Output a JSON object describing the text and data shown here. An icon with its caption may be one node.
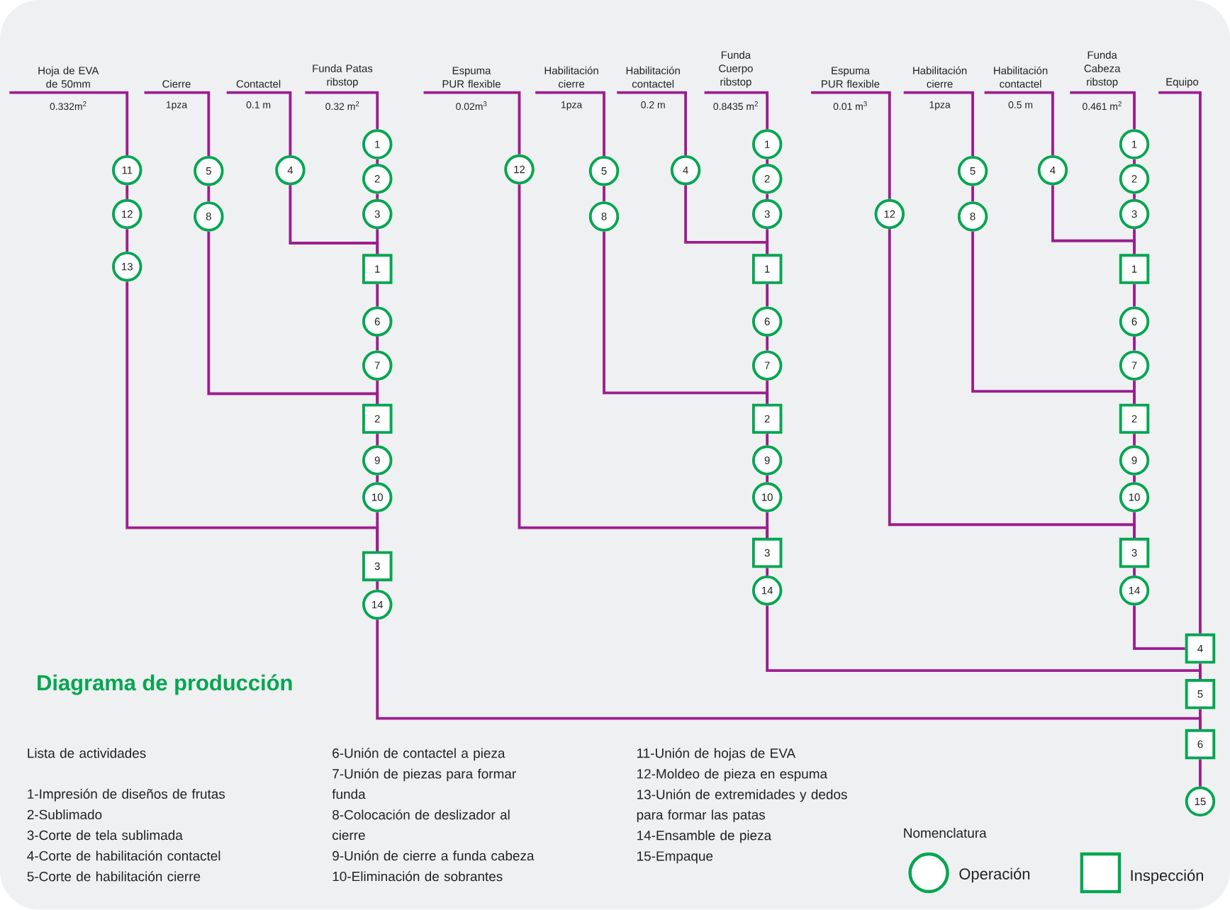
{
  "diagram": {
    "title": "Diagrama de producción",
    "nodes": [
      {
        "text": [
          "Hoja de EVA de 50mm"
        ],
        "beside": [
          "0.332m$^{2}$"
        ]
      },
      {
        "text": [
          "Cierre"
        ],
        "beside": [
          "1pza"
        ]
      },
      {
        "text": [
          "Contactel"
        ],
        "beside": [
          "0.1 m"
        ]
      },
      {
        "text": [
          "Funda Patas ribstop"
        ],
        "beside": [
          "0.32 m$^{2}$"
        ]
      },
      {
        "text": [
          "11"
        ]
      },
      {
        "text": [
          "12"
        ]
      },
      {
        "text": [
          "13"
        ]
      },
      {
        "text": [
          "5"
        ]
      },
      {
        "text": [
          "8"
        ]
      },
      {
        "text": [
          "4"
        ]
      },
      {
        "text": [
          "1"
        ]
      },
      {
        "text": [
          "2"
        ]
      },
      {
        "text": [
          "3"
        ]
      },
      {
        "text": [
          "1"
        ]
      },
      {
        "text": [
          "6"
        ]
      },
      {
        "text": [
          "7"
        ]
      },
      {
        "text": [
          "2"
        ]
      },
      {
        "text": [
          "9"
        ]
      },
      {
        "text": [
          "10"
        ]
      },
      {
        "text": [
          "3"
        ]
      },
      {
        "text": [
          "14"
        ]
      },
      {
        "text": [
          "Espuma PUR flexible"
        ],
        "beside": [
          "0.02m$^{3}$"
        ]
      },
      {
        "text": [
          "Habilitación cierre"
        ],
        "beside": [
          "1pza"
        ]
      },
      {
        "text": [
          "Habilitación contactel"
        ],
        "beside": [
          "0.2 m"
        ]
      },
      {
        "text": [
          "Funda Cuerpo ribstop"
        ],
        "beside": [
          "0.8435 m$^{2}$"
        ]
      },
      {
        "text": [
          "12"
        ]
      },
      {
        "text": [
          "5"
        ]
      },
      {
        "text": [
          "8"
        ]
      },
      {
        "text": [
          "4"
        ]
      },
      {
        "text": [
          "1"
        ]
      },
      {
        "text": [
          "2"
        ]
      },
      {
        "text": [
          "3"
        ]
      },
      {
        "text": [
          "1"
        ]
      },
      {
        "text": [
          "6"
        ]
      },
      {
        "text": [
          "7"
        ]
      },
      {
        "text": [
          "2"
        ]
      },
      {
        "text": [
          "9"
        ]
      },
      {
        "text": [
          "10"
        ]
      },
      {
        "text": [
          "3"
        ]
      },
      {
        "text": [
          "14"
        ]
      },
      {
        "text": [
          "Espuma PUR flexible"
        ],
        "beside": [
          "0.01 m$^{3}$"
        ]
      },
      {
        "text": [
          "Habilitación cierre"
        ],
        "beside": [
          "1pza"
        ]
      },
      {
        "text": [
          "Habilitación contactel"
        ],
        "beside": [
          "0.5 m"
        ]
      },
      {
        "text": [
          "Funda Cabeza ribstop"
        ],
        "beside": [
          "0.461 m$^{2}$"
        ]
      },
      {
        "text": [
          "Equipo"
        ]
      },
      {
        "text": [
          "12"
        ]
      },
      {
        "text": [
          "5"
        ]
      },
      {
        "text": [
          "8"
        ]
      },
      {
        "text": [
          "4"
        ]
      },
      {
        "text": [
          "1"
        ]
      },
      {
        "text": [
          "2"
        ]
      },
      {
        "text": [
          "3"
        ]
      },
      {
        "text": [
          "1"
        ]
      },
      {
        "text": [
          "6"
        ]
      },
      {
        "text": [
          "7"
        ]
      },
      {
        "text": [
          "2"
        ]
      },
      {
        "text": [
          "9"
        ]
      },
      {
        "text": [
          "10"
        ]
      },
      {
        "text": [
          "3"
        ]
      },
      {
        "text": [
          "14"
        ]
      },
      {
        "text": [
          "4"
        ]
      },
      {
        "text": [
          "5"
        ]
      },
      {
        "text": [
          "6"
        ]
      },
      {
        "text": [
          "15"
        ]
      }
    ],
    "edges": [
      {
        "from": 0,
        "to": 4,
        "arrow": "none"
      },
      {
        "from": 4,
        "to": 5,
        "arrow": "none"
      },
      {
        "from": 5,
        "to": 6,
        "arrow": "none"
      },
      {
        "from": 6,
        "to": 19,
        "arrow": "none"
      },
      {
        "from": 1,
        "to": 7,
        "arrow": "none"
      },
      {
        "from": 7,
        "to": 8,
        "arrow": "none"
      },
      {
        "from": 8,
        "to": 16,
        "arrow": "none"
      },
      {
        "from": 2,
        "to": 9,
        "arrow": "none"
      },
      {
        "from": 9,
        "to": 13,
        "arrow": "none"
      },
      {
        "from": 3,
        "to": 10,
        "arrow": "none"
      },
      {
        "from": 10,
        "to": 11,
        "arrow": "none"
      },
      {
        "from": 11,
        "to": 12,
        "arrow": "none"
      },
      {
        "from": 12,
        "to": 13,
        "arrow": "none"
      },
      {
        "from": 13,
        "to": 14,
        "arrow": "none"
      },
      {
        "from": 14,
        "to": 15,
        "arrow": "none"
      },
      {
        "from": 15,
        "to": 16,
        "arrow": "none"
      },
      {
        "from": 16,
        "to": 17,
        "arrow": "none"
      },
      {
        "from": 17,
        "to": 18,
        "arrow": "none"
      },
      {
        "from": 18,
        "to": 19,
        "arrow": "none"
      },
      {
        "from": 19,
        "to": 20,
        "arrow": "none"
      },
      {
        "from": 20,
        "to": 62,
        "arrow": "none"
      },
      {
        "from": 21,
        "to": 25,
        "arrow": "none"
      },
      {
        "from": 25,
        "to": 38,
        "arrow": "none"
      },
      {
        "from": 22,
        "to": 26,
        "arrow": "none"
      },
      {
        "from": 26,
        "to": 27,
        "arrow": "none"
      },
      {
        "from": 27,
        "to": 35,
        "arrow": "none"
      },
      {
        "from": 23,
        "to": 28,
        "arrow": "none"
      },
      {
        "from": 28,
        "to": 32,
        "arrow": "none"
      },
      {
        "from": 24,
        "to": 29,
        "arrow": "none"
      },
      {
        "from": 29,
        "to": 30,
        "arrow": "none"
      },
      {
        "from": 30,
        "to": 31,
        "arrow": "none"
      },
      {
        "from": 31,
        "to": 32,
        "arrow": "none"
      },
      {
        "from": 32,
        "to": 33,
        "arrow": "none"
      },
      {
        "from": 33,
        "to": 34,
        "arrow": "none"
      },
      {
        "from": 34,
        "to": 35,
        "arrow": "none"
      },
      {
        "from": 35,
        "to": 36,
        "arrow": "none"
      },
      {
        "from": 36,
        "to": 37,
        "arrow": "none"
      },
      {
        "from": 37,
        "to": 38,
        "arrow": "none"
      },
      {
        "from": 38,
        "to": 39,
        "arrow": "none"
      },
      {
        "from": 39,
        "to": 61,
        "arrow": "none"
      },
      {
        "from": 40,
        "to": 45,
        "arrow": "none"
      },
      {
        "from": 45,
        "to": 58,
        "arrow": "none"
      },
      {
        "from": 41,
        "to": 46,
        "arrow": "none"
      },
      {
        "from": 46,
        "to": 47,
        "arrow": "none"
      },
      {
        "from": 47,
        "to": 55,
        "arrow": "none"
      },
      {
        "from": 42,
        "to": 48,
        "arrow": "none"
      },
      {
        "from": 48,
        "to": 52,
        "arrow": "none"
      },
      {
        "from": 43,
        "to": 49,
        "arrow": "none"
      },
      {
        "from": 49,
        "to": 50,
        "arrow": "none"
      },
      {
        "from": 50,
        "to": 51,
        "arrow": "none"
      },
      {
        "from": 51,
        "to": 52,
        "arrow": "none"
      },
      {
        "from": 52,
        "to": 53,
        "arrow": "none"
      },
      {
        "from": 53,
        "to": 54,
        "arrow": "none"
      },
      {
        "from": 54,
        "to": 55,
        "arrow": "none"
      },
      {
        "from": 55,
        "to": 56,
        "arrow": "none"
      },
      {
        "from": 56,
        "to": 57,
        "arrow": "none"
      },
      {
        "from": 57,
        "to": 58,
        "arrow": "none"
      },
      {
        "from": 58,
        "to": 59,
        "arrow": "none"
      },
      {
        "from": 59,
        "to": 60,
        "arrow": "none"
      },
      {
        "from": 44,
        "to": 60,
        "arrow": "none"
      },
      {
        "from": 60,
        "to": 61,
        "arrow": "none"
      },
      {
        "from": 61,
        "to": 62,
        "arrow": "none"
      },
      {
        "from": 62,
        "to": 63,
        "arrow": "none"
      }
    ],
    "labels": [
      "Lista de actividades",
      "1-Impresión de diseños de frutas",
      "2-Sublimado",
      "3-Corte de tela sublimada",
      "4-Corte de habilitación contactel",
      "5-Corte de habilitación cierre",
      "6-Unión de contactel a pieza",
      "7-Unión de piezas para formar funda",
      "8-Colocación de deslizador al cierre",
      "9-Unión de cierre a funda cabeza",
      "10-Eliminación de sobrantes",
      "11-Unión de hojas de EVA",
      "12-Moldeo de pieza en espuma",
      "13-Unión de extremidades y dedos para formar las patas",
      "14-Ensamble de pieza",
      "15-Empaque",
      "Nomenclatura"
    ],
    "legend": [
      {
        "text": "Operación"
      },
      {
        "text": "Inspección"
      }
    ]
  }
}
